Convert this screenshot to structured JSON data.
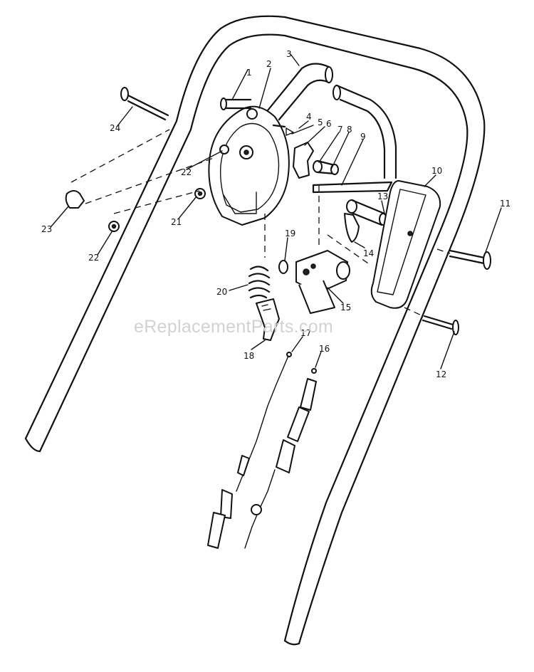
{
  "watermark": "eReplacementParts.com",
  "callouts": [
    {
      "id": "1",
      "label": "1"
    },
    {
      "id": "2",
      "label": "2"
    },
    {
      "id": "3",
      "label": "3"
    },
    {
      "id": "4",
      "label": "4"
    },
    {
      "id": "5",
      "label": "5"
    },
    {
      "id": "6",
      "label": "6"
    },
    {
      "id": "7",
      "label": "7"
    },
    {
      "id": "8",
      "label": "8"
    },
    {
      "id": "9",
      "label": "9"
    },
    {
      "id": "10",
      "label": "10"
    },
    {
      "id": "11",
      "label": "11"
    },
    {
      "id": "12",
      "label": "12"
    },
    {
      "id": "13",
      "label": "13"
    },
    {
      "id": "14",
      "label": "14"
    },
    {
      "id": "15",
      "label": "15"
    },
    {
      "id": "16",
      "label": "16"
    },
    {
      "id": "17",
      "label": "17"
    },
    {
      "id": "18",
      "label": "18"
    },
    {
      "id": "19",
      "label": "19"
    },
    {
      "id": "20",
      "label": "20"
    },
    {
      "id": "21",
      "label": "21"
    },
    {
      "id": "22a",
      "label": "22"
    },
    {
      "id": "22b",
      "label": "22"
    },
    {
      "id": "23",
      "label": "23"
    },
    {
      "id": "24",
      "label": "24"
    }
  ]
}
